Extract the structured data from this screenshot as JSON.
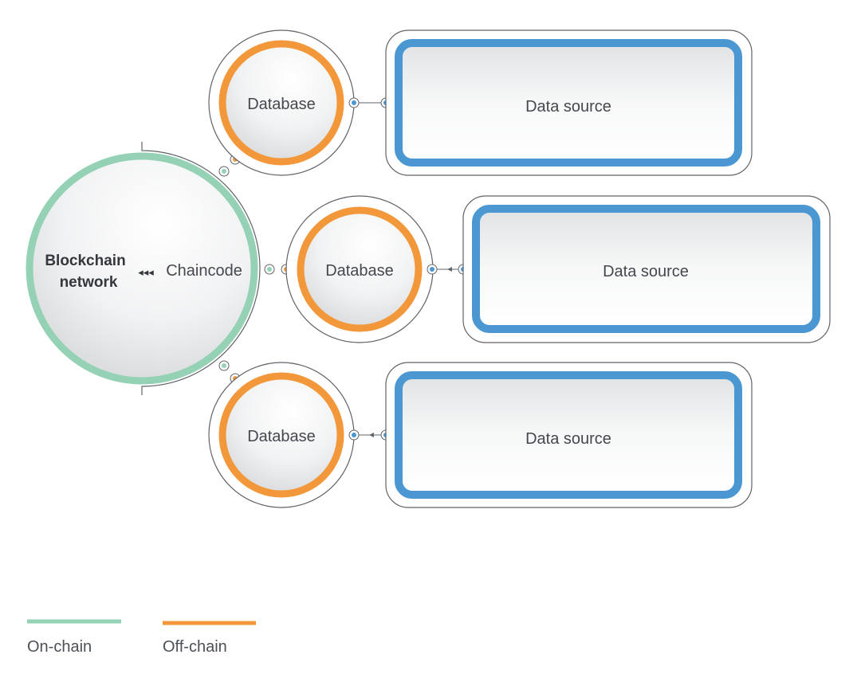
{
  "colors": {
    "on_chain": "#94d1b5",
    "off_chain": "#f2983b",
    "data_source": "#4a97d2",
    "outline": "#5f6469",
    "text_dark": "#33383d",
    "text_light": "#44494f"
  },
  "network": {
    "title_line1": "Blockchain",
    "title_line2": "network",
    "arrows": "◂◂◂",
    "chaincode_label": "Chaincode"
  },
  "rows": [
    {
      "database_label": "Database",
      "source_label": "Data source"
    },
    {
      "database_label": "Database",
      "source_label": "Data source"
    },
    {
      "database_label": "Database",
      "source_label": "Data source"
    }
  ],
  "legend": {
    "on_chain_label": "On-chain",
    "off_chain_label": "Off-chain"
  }
}
